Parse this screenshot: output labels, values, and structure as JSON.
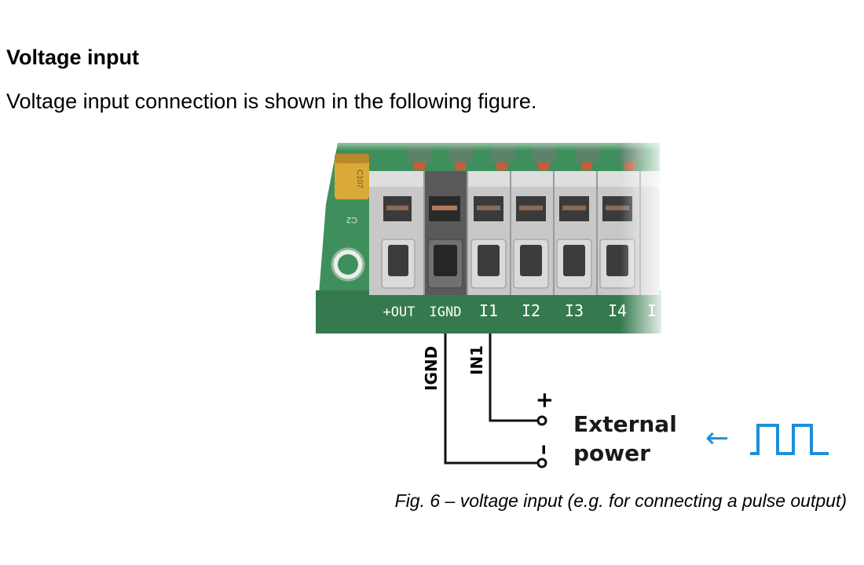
{
  "section": {
    "heading": "Voltage input",
    "intro": "Voltage input connection is shown in the following figure."
  },
  "figure": {
    "component_labels": {
      "capacitor": "C107",
      "pcb_marking": "C2"
    },
    "terminal_labels": [
      "+OUT",
      "IGND",
      "I1",
      "I2",
      "I3",
      "I4",
      "I"
    ],
    "wire_labels": {
      "ignd": "IGND",
      "in1": "IN1"
    },
    "polarity": {
      "plus": "+",
      "minus": "–"
    },
    "source_label_line1": "External",
    "source_label_line2": "power",
    "pulse_arrow": "←",
    "colors": {
      "pcb_green": "#3f8f5c",
      "terminal_gray": "#c8c8c8",
      "terminal_dark": "#5a5a5a",
      "capacitor_yellow": "#d9a93a",
      "pulse_blue": "#1e8fd6",
      "wire": "#111111"
    },
    "caption": "Fig. 6 – voltage input (e.g. for connecting a pulse output)"
  }
}
